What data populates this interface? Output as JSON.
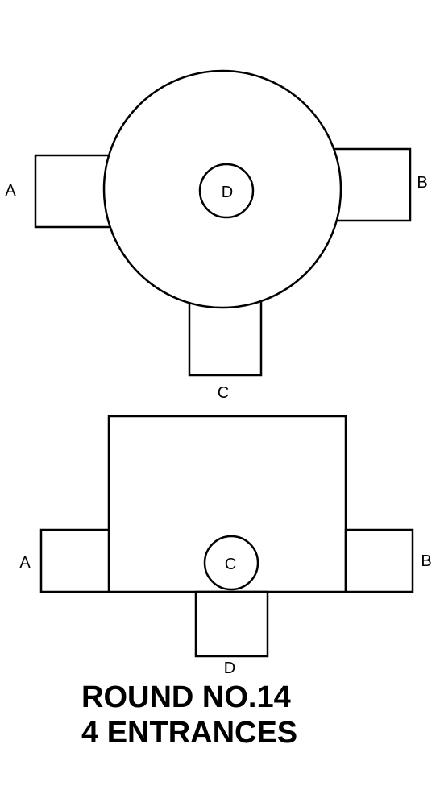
{
  "top_view": {
    "labels": {
      "a": "A",
      "b": "B",
      "c": "C",
      "center": "D"
    }
  },
  "side_view": {
    "labels": {
      "a": "A",
      "b": "B",
      "center": "C",
      "d": "D"
    }
  },
  "title": {
    "line1": "ROUND NO.14",
    "line2": "4 ENTRANCES"
  }
}
